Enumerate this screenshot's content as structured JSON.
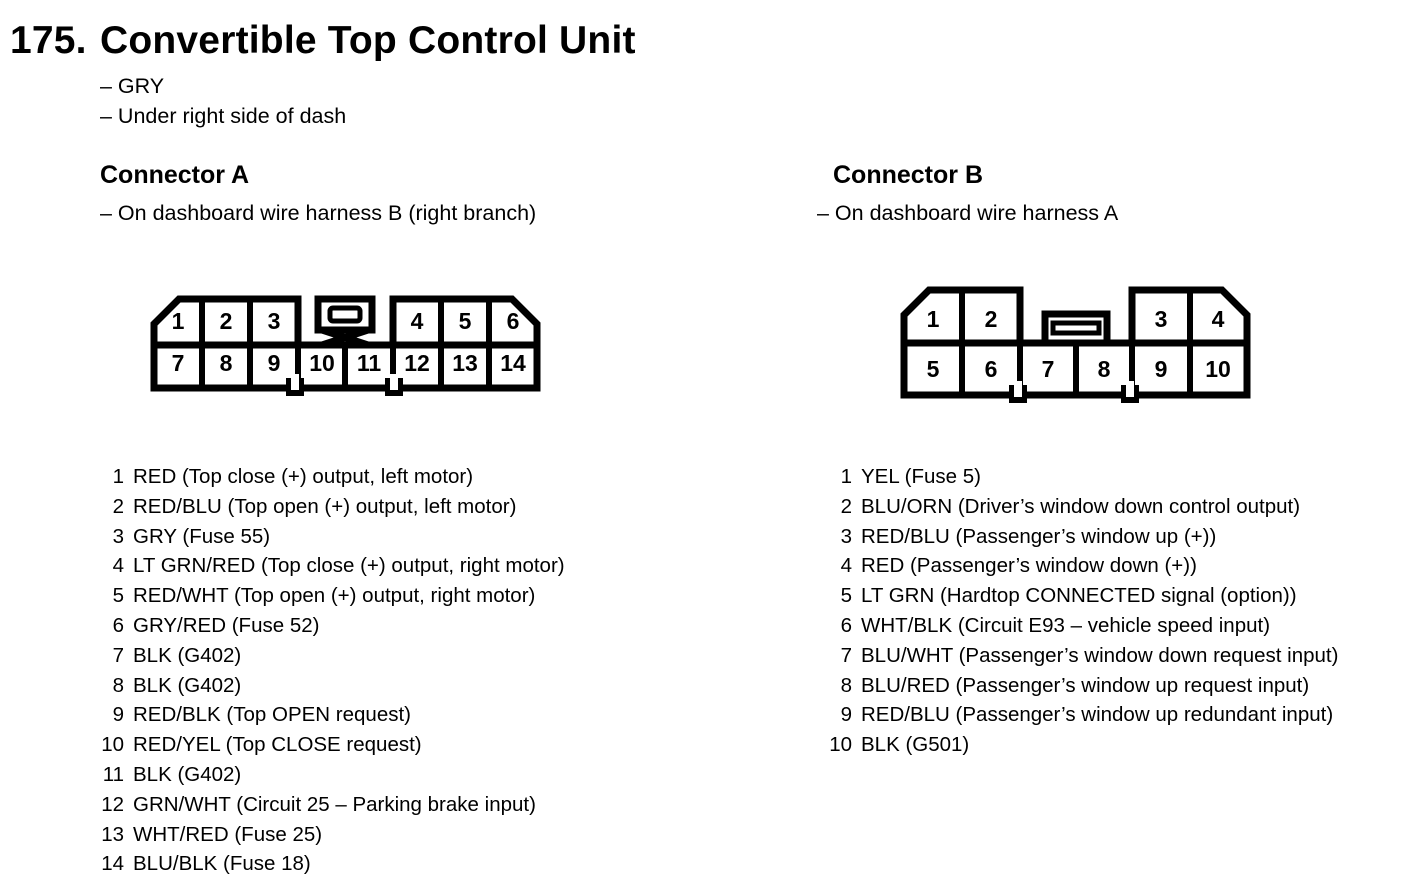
{
  "page": {
    "number": "175.",
    "title": "Convertible Top Control Unit",
    "notes": [
      "– GRY",
      "– Under right side of dash"
    ]
  },
  "connector_a": {
    "title": "Connector A",
    "note": "– On dashboard wire harness B (right branch)",
    "diagram": {
      "top_left": [
        "1",
        "2",
        "3"
      ],
      "top_right": [
        "4",
        "5",
        "6"
      ],
      "bottom": [
        "7",
        "8",
        "9",
        "10",
        "11",
        "12",
        "13",
        "14"
      ]
    },
    "pins": [
      {
        "num": "1",
        "label": "RED (Top close (+) output, left motor)"
      },
      {
        "num": "2",
        "label": "RED/BLU (Top open (+) output, left motor)"
      },
      {
        "num": "3",
        "label": "GRY (Fuse 55)"
      },
      {
        "num": "4",
        "label": "LT GRN/RED (Top close (+) output, right motor)"
      },
      {
        "num": "5",
        "label": "RED/WHT (Top open (+) output, right motor)"
      },
      {
        "num": "6",
        "label": "GRY/RED (Fuse 52)"
      },
      {
        "num": "7",
        "label": "BLK (G402)"
      },
      {
        "num": "8",
        "label": "BLK (G402)"
      },
      {
        "num": "9",
        "label": "RED/BLK (Top OPEN request)"
      },
      {
        "num": "10",
        "label": "RED/YEL (Top CLOSE request)"
      },
      {
        "num": "11",
        "label": "BLK (G402)"
      },
      {
        "num": "12",
        "label": "GRN/WHT (Circuit 25 – Parking brake input)"
      },
      {
        "num": "13",
        "label": "WHT/RED (Fuse 25)"
      },
      {
        "num": "14",
        "label": "BLU/BLK (Fuse 18)"
      }
    ]
  },
  "connector_b": {
    "title": "Connector B",
    "note": "– On dashboard wire harness A",
    "diagram": {
      "top_left": [
        "1",
        "2"
      ],
      "top_right": [
        "3",
        "4"
      ],
      "bottom": [
        "5",
        "6",
        "7",
        "8",
        "9",
        "10"
      ]
    },
    "pins": [
      {
        "num": "1",
        "label": "YEL (Fuse 5)"
      },
      {
        "num": "2",
        "label": "BLU/ORN (Driver’s window down control output)"
      },
      {
        "num": "3",
        "label": "RED/BLU (Passenger’s window up (+))"
      },
      {
        "num": "4",
        "label": "RED (Passenger’s window down (+))"
      },
      {
        "num": "5",
        "label": "LT GRN (Hardtop CONNECTED signal (option))"
      },
      {
        "num": "6",
        "label": "WHT/BLK (Circuit E93 – vehicle speed input)"
      },
      {
        "num": "7",
        "label": "BLU/WHT (Passenger’s window down request input)"
      },
      {
        "num": "8",
        "label": "BLU/RED (Passenger’s window up request input)"
      },
      {
        "num": "9",
        "label": "RED/BLU (Passenger’s window up redundant input)"
      },
      {
        "num": "10",
        "label": "BLK (G501)"
      }
    ]
  }
}
